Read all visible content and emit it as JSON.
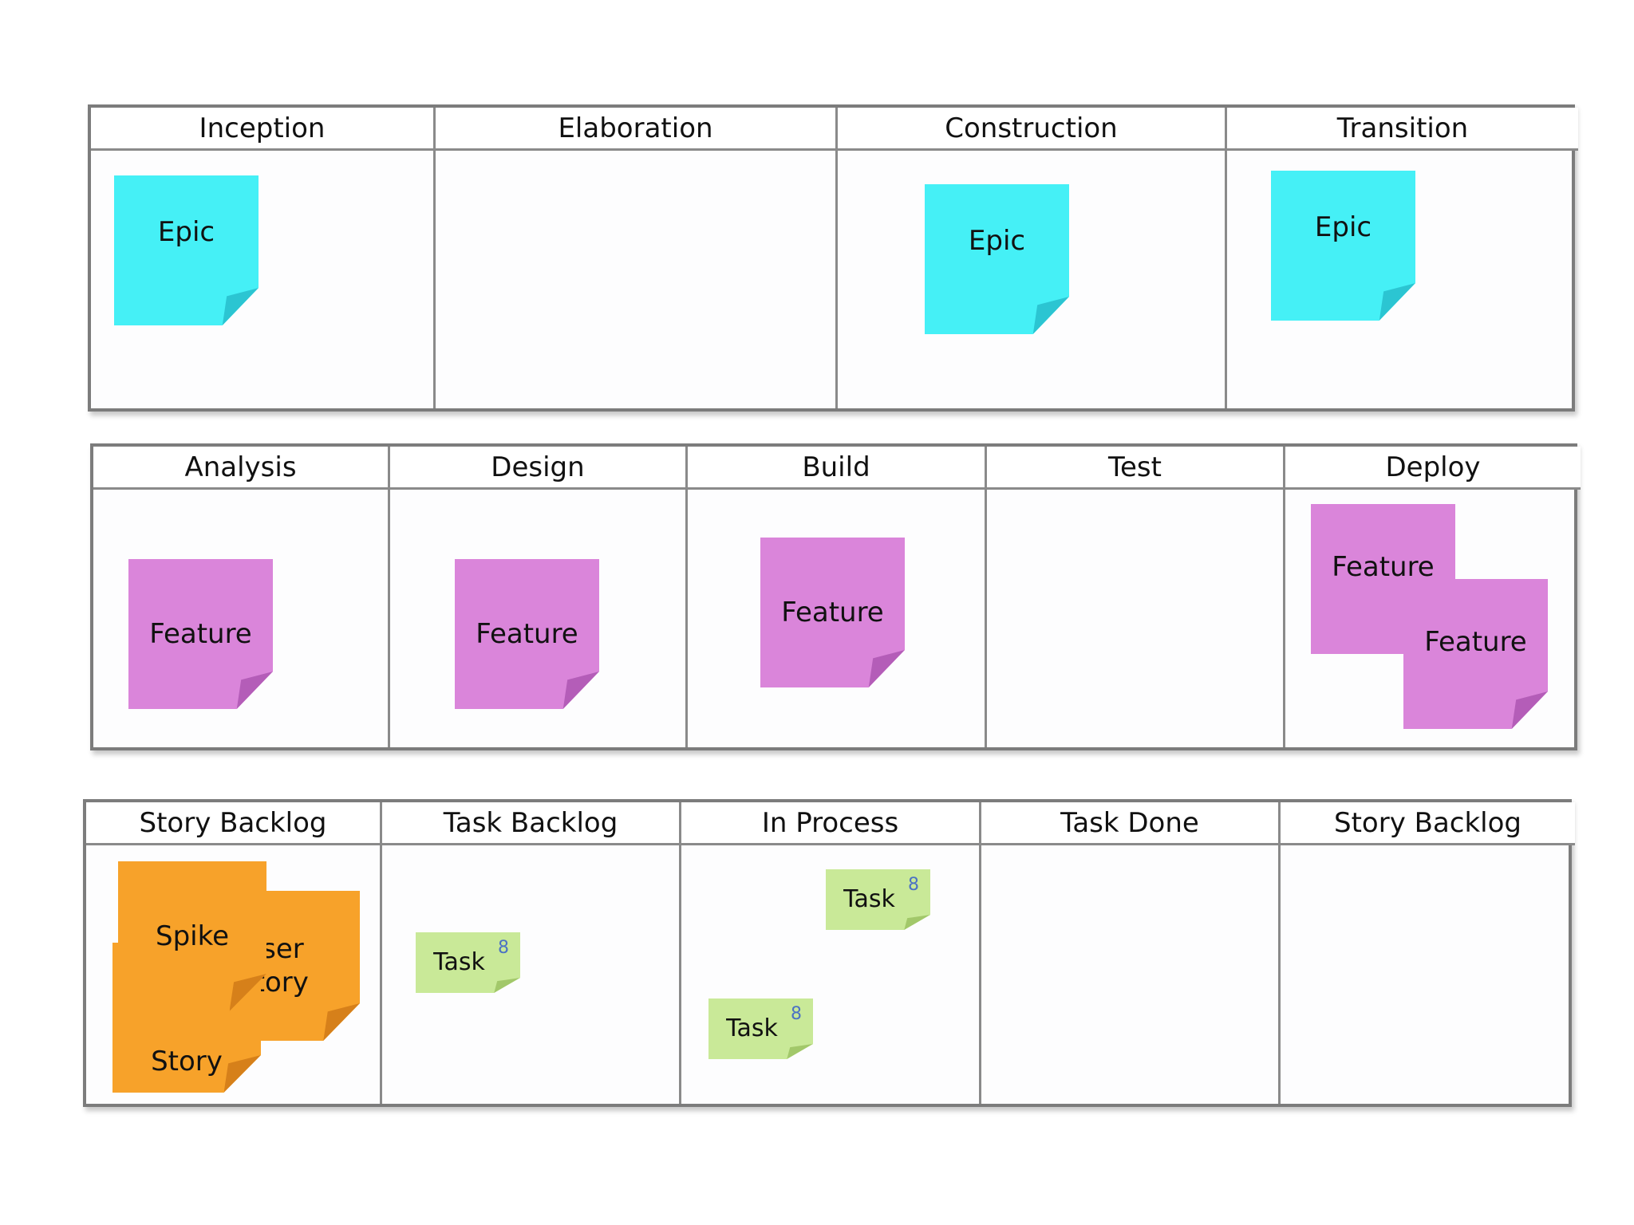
{
  "phase_board": {
    "columns": [
      {
        "header": "Inception"
      },
      {
        "header": "Elaboration"
      },
      {
        "header": "Construction"
      },
      {
        "header": "Transition"
      }
    ],
    "notes": [
      {
        "label": "Epic",
        "color": "#45f0f6"
      },
      {
        "label": "Epic",
        "color": "#45f0f6"
      },
      {
        "label": "Epic",
        "color": "#45f0f6"
      }
    ]
  },
  "feature_board": {
    "columns": [
      {
        "header": "Analysis"
      },
      {
        "header": "Design"
      },
      {
        "header": "Build"
      },
      {
        "header": "Test"
      },
      {
        "header": "Deploy"
      }
    ],
    "notes": [
      {
        "label": "Feature",
        "color": "#da85da"
      },
      {
        "label": "Feature",
        "color": "#da85da"
      },
      {
        "label": "Feature",
        "color": "#da85da"
      },
      {
        "label": "Feature",
        "color": "#da85da"
      },
      {
        "label": "Feature",
        "color": "#da85da"
      }
    ]
  },
  "story_board": {
    "columns": [
      {
        "header": "Story Backlog"
      },
      {
        "header": "Task Backlog"
      },
      {
        "header": "In Process"
      },
      {
        "header": "Task Done"
      },
      {
        "header": "Story Backlog"
      }
    ],
    "story_notes": [
      {
        "label": "User Story",
        "color": "#f7a22a"
      },
      {
        "label": "Story",
        "color": "#f7a22a"
      },
      {
        "label": "Spike",
        "color": "#f7a22a"
      }
    ],
    "task_notes": [
      {
        "label": "Task",
        "estimate": "8",
        "color": "#c9e998"
      },
      {
        "label": "Task",
        "estimate": "8",
        "color": "#c9e998"
      },
      {
        "label": "Task",
        "estimate": "8",
        "color": "#c9e998"
      }
    ]
  }
}
